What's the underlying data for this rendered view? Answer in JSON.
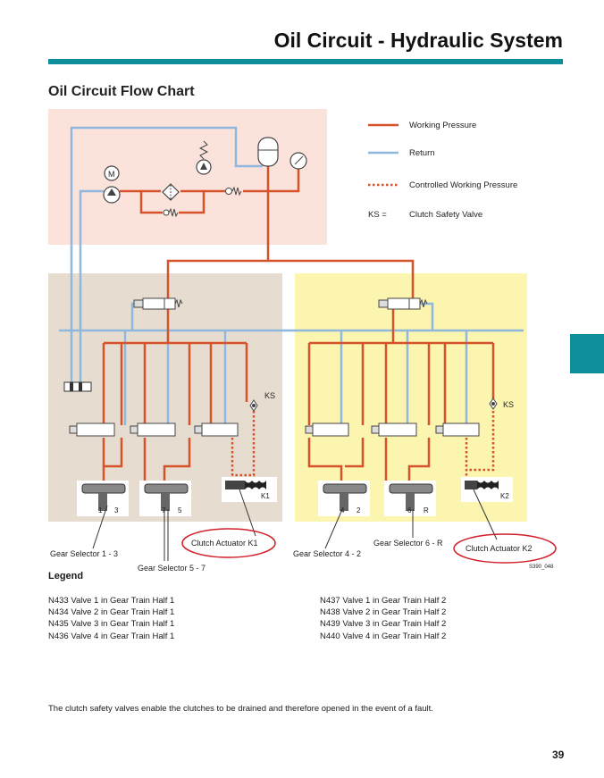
{
  "header": {
    "title": "Oil Circuit - Hydraulic System"
  },
  "section": {
    "subtitle": "Oil Circuit Flow Chart"
  },
  "key": {
    "working_pressure": "Working Pressure",
    "return": "Return",
    "controlled_pressure": "Controlled Working Pressure",
    "ks_abbr": "KS =",
    "ks_meaning": "Clutch Safety Valve"
  },
  "components": {
    "motor": "M",
    "ks_left": "KS",
    "ks_right": "KS",
    "k1": "K1",
    "k2": "K2",
    "gear_1": "1",
    "gear_3": "3",
    "gear_7": "7",
    "gear_5": "5",
    "gear_4": "4",
    "gear_2": "2",
    "gear_6": "6",
    "gear_r": "R"
  },
  "callouts": {
    "gear_selector_1_3": "Gear Selector 1 - 3",
    "gear_selector_5_7": "Gear Selector 5 - 7",
    "clutch_actuator_k1": "Clutch Actuator K1",
    "gear_selector_4_2": "Gear Selector 4 - 2",
    "gear_selector_6_r": "Gear Selector 6 - R",
    "clutch_actuator_k2": "Clutch Actuator K2",
    "figure_id": "S390_048"
  },
  "legend": {
    "heading": "Legend",
    "left": [
      "N433 Valve 1 in Gear Train Half 1",
      "N434 Valve 2 in Gear Train Half 1",
      "N435 Valve 3 in Gear Train Half 1",
      "N436 Valve 4 in Gear Train Half 1"
    ],
    "right": [
      "N437 Valve 1 in Gear Train Half 2",
      "N438 Valve 2 in Gear Train Half 2",
      "N439 Valve 3 in Gear Train Half 2",
      "N440 Valve 4 in Gear Train Half 2"
    ]
  },
  "footnote": "The clutch safety valves enable the clutches to be drained and therefore opened in the event of a fault.",
  "page_number": "39",
  "colors": {
    "accent": "#0f8f9c",
    "working_pressure": "#d5522a",
    "return": "#8fb8dc",
    "supply_panel": "#fbe3dc",
    "half1_panel": "#e6ddd0",
    "half2_panel": "#fbf5b0",
    "highlight_circle": "#d0202a"
  }
}
